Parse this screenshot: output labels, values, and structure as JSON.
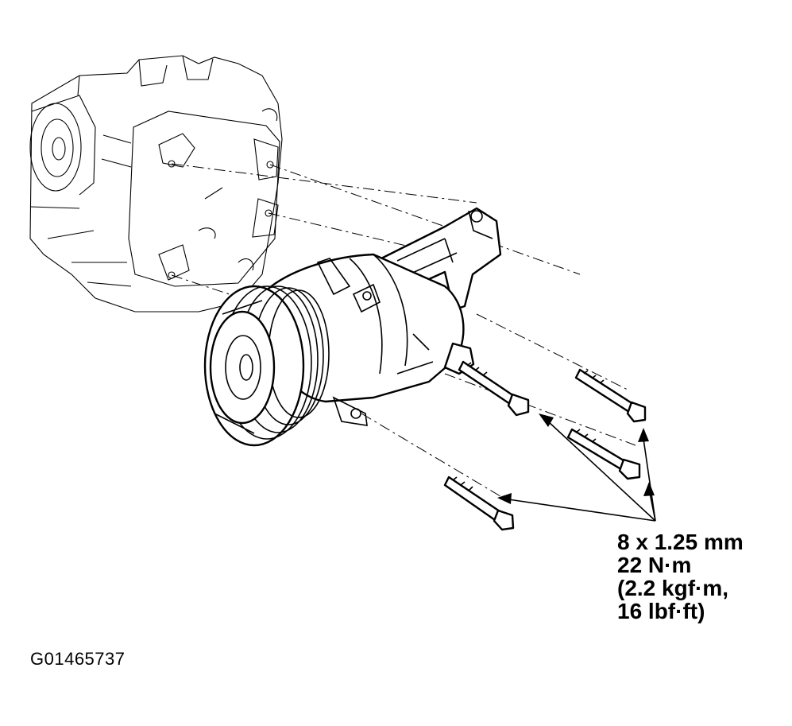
{
  "spec": {
    "line1": "8 x 1.25 mm",
    "line2": "22 N·m",
    "line3": "(2.2 kgf·m,",
    "line4": "16 lbf·ft)"
  },
  "figure_id": "G01465737",
  "colors": {
    "ink": "#000000",
    "paper": "#ffffff"
  }
}
